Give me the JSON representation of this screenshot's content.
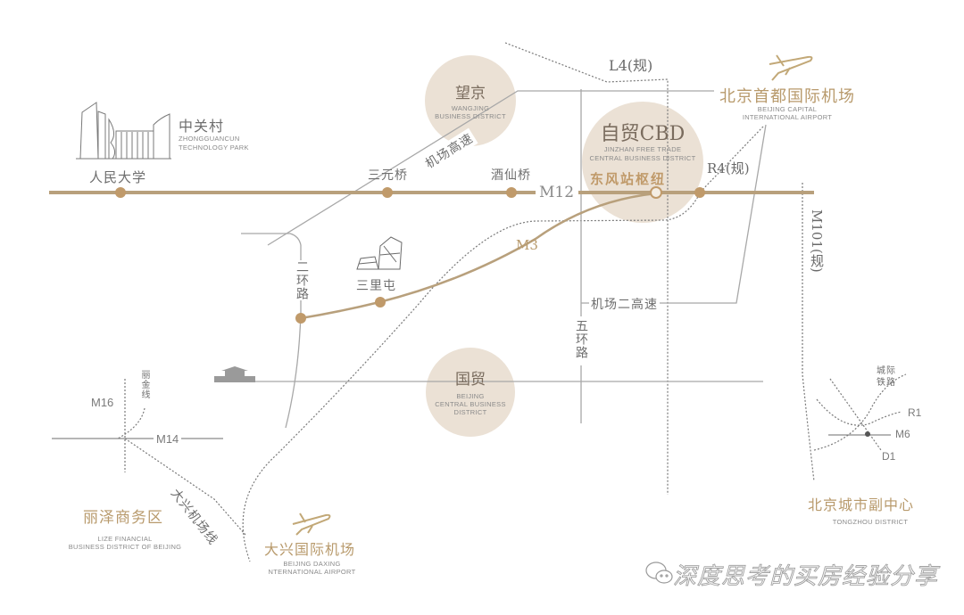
{
  "colors": {
    "metro_line": "#b8a07c",
    "station_dot": "#c09a6a",
    "road_line": "#9a9a9a",
    "dashed_line": "#7a7a7a",
    "district_circle": "#ebe1d5",
    "gold_text": "#b89a6c"
  },
  "landmarks": {
    "zhongguancun": {
      "cn": "中关村",
      "en1": "ZHONGGUANCUN",
      "en2": "TECHNOLOGY PARK",
      "icon": "building-skyline-icon"
    },
    "sanlitun": {
      "cn": "三里屯",
      "icon": "building-cluster-icon"
    },
    "tiananmen": {
      "icon": "gate-tower-icon"
    }
  },
  "districts": {
    "wangjing": {
      "cn": "望京",
      "en1": "WANGJING",
      "en2": "BUSINESS DISTRICT"
    },
    "cbd_free_trade": {
      "cn": "自贸CBD",
      "en1": "JINZHAN FREE TRADE",
      "en2": "CENTRAL BUSINESS DISTRICT",
      "hub": "东风站枢纽"
    },
    "guomao": {
      "cn": "国贸",
      "en1": "BEIJING",
      "en2": "CENTRAL BUSINESS",
      "en3": "DISTRICT"
    },
    "lize": {
      "cn": "丽泽商务区",
      "en1": "LIZE FINANCIAL",
      "en2": "BUSINESS DISTRICT OF BEIJING"
    },
    "tongzhou": {
      "cn": "北京城市副中心",
      "en1": "TONGZHOU DISTRICT"
    }
  },
  "airports": {
    "capital": {
      "cn": "北京首都国际机场",
      "en1": "BEIJING CAPITAL",
      "en2": "INTERNATIONAL AIRPORT",
      "icon": "airplane-icon"
    },
    "daxing": {
      "cn": "大兴国际机场",
      "en1": "BEIJING DAXING",
      "en2": "NTERNATIONAL AIRPORT",
      "icon": "airplane-icon"
    }
  },
  "stations": {
    "renmin_daxue": "人民大学",
    "sanyuanqiao": "三元桥",
    "jiuxianqiao": "酒仙桥"
  },
  "lines": {
    "m12": "M12",
    "m3": "M3",
    "l4": "L4(规)",
    "r4": "R4(规)",
    "m101": "M101(规)",
    "m16": "M16",
    "m14": "M14",
    "lijin": "丽金线",
    "daxing_airport_line": "大兴机场线",
    "intercity_rail": "城际铁路",
    "r1": "R1",
    "m6": "M6",
    "d1": "D1"
  },
  "roads": {
    "airport_expressway": "机场高速",
    "airport_second_expressway": "机场二高速",
    "second_ring": "二环路",
    "fifth_ring": "五环路"
  },
  "watermark": {
    "icon": "wechat-icon",
    "text": "深度思考的买房经验分享"
  }
}
